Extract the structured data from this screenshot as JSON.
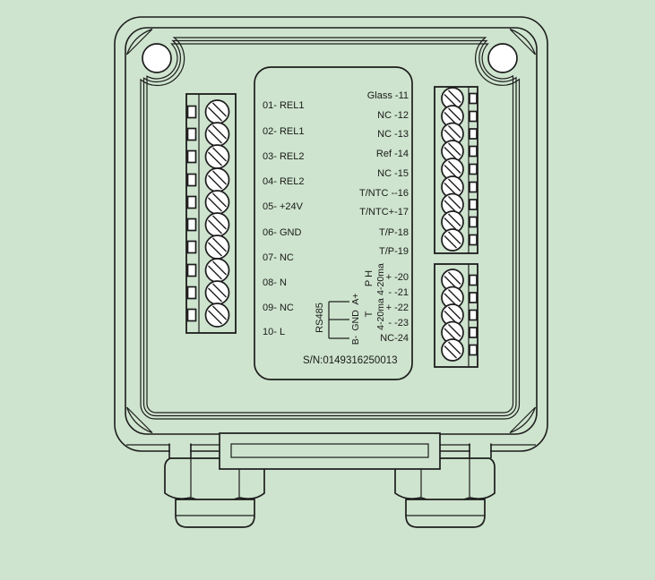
{
  "title": "Terminal wiring diagram of controller enclosure",
  "colors": {
    "background": "#cee4ce",
    "line": "#1d1d1d",
    "screw_fill": "#ffffff"
  },
  "serial": "S/N:0149316250013",
  "left_terminals": [
    "01- REL1",
    "02- REL1",
    "03- REL2",
    "04- REL2",
    "05- +24V",
    "06- GND",
    "07- NC",
    "08- N",
    "09- NC",
    "10- L"
  ],
  "probe_terminals": [
    "Glass -11",
    "NC -12",
    "NC -13",
    "Ref -14",
    "NC -15",
    "T/NTC --16",
    "T/NTC+-17",
    "T/P-18",
    "T/P-19"
  ],
  "analog_terminals": [
    "+ -20",
    "- -21",
    "+ -22",
    "- -23",
    "NC-24"
  ],
  "rs485": {
    "label": "RS485",
    "pin_a": "A+",
    "pin_gnd": "GND",
    "pin_b": "B-"
  },
  "analog_groups": {
    "ph_name": "P H",
    "ph_range": "4-20ma",
    "t_name": "T",
    "t_range": "4-20ma"
  }
}
